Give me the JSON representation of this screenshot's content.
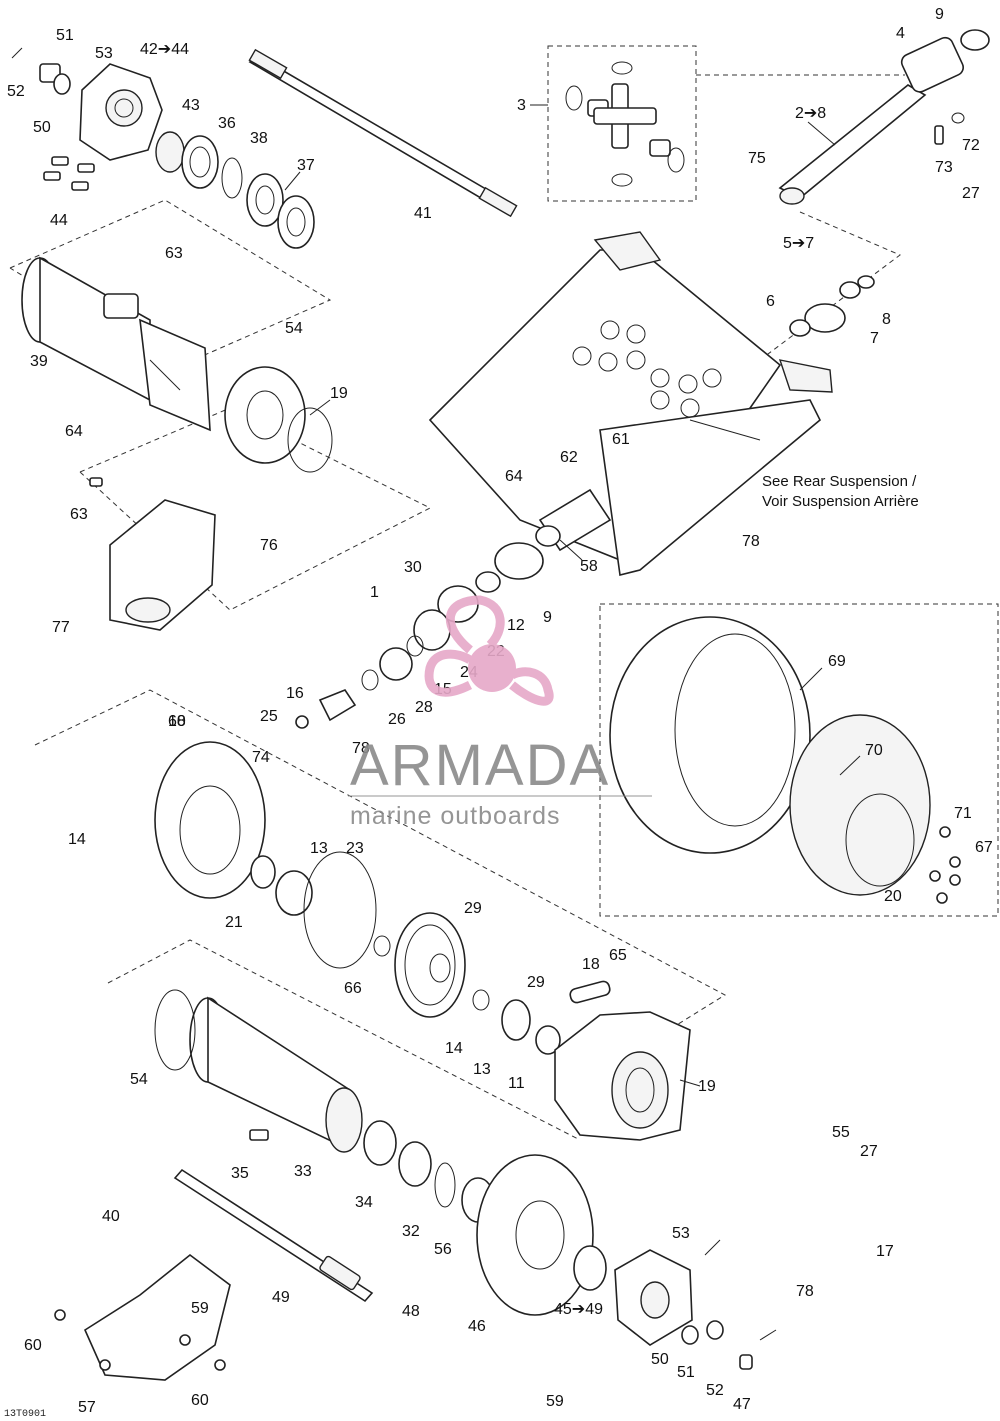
{
  "drawing_code": "13T0901",
  "note_line1": "See Rear Suspension /",
  "note_line2": "Voir Suspension Arrière",
  "watermark": {
    "brand": "ARMADA",
    "tagline": "marine outboards",
    "color": "#e6a8c8"
  },
  "callouts": [
    {
      "id": "c51",
      "text": "51"
    },
    {
      "id": "c52a",
      "text": "52"
    },
    {
      "id": "c50a",
      "text": "50"
    },
    {
      "id": "c53a",
      "text": "53"
    },
    {
      "id": "c42",
      "text": "42➔44"
    },
    {
      "id": "c43",
      "text": "43"
    },
    {
      "id": "c36",
      "text": "36"
    },
    {
      "id": "c38",
      "text": "38"
    },
    {
      "id": "c37",
      "text": "37"
    },
    {
      "id": "c44",
      "text": "44"
    },
    {
      "id": "c41",
      "text": "41"
    },
    {
      "id": "c3",
      "text": "3"
    },
    {
      "id": "c9a",
      "text": "9"
    },
    {
      "id": "c4",
      "text": "4"
    },
    {
      "id": "c28",
      "text": "2➔8"
    },
    {
      "id": "c72",
      "text": "72"
    },
    {
      "id": "c73",
      "text": "73"
    },
    {
      "id": "c75",
      "text": "75"
    },
    {
      "id": "c27a",
      "text": "27"
    },
    {
      "id": "c63a",
      "text": "63"
    },
    {
      "id": "c39",
      "text": "39"
    },
    {
      "id": "c54a",
      "text": "54"
    },
    {
      "id": "c19a",
      "text": "19"
    },
    {
      "id": "c64a",
      "text": "64"
    },
    {
      "id": "c64b",
      "text": "64"
    },
    {
      "id": "c57",
      "text": "5➔7"
    },
    {
      "id": "c6",
      "text": "6"
    },
    {
      "id": "c7",
      "text": "7"
    },
    {
      "id": "c8",
      "text": "8"
    },
    {
      "id": "c61",
      "text": "61"
    },
    {
      "id": "c62",
      "text": "62"
    },
    {
      "id": "c78a",
      "text": "78"
    },
    {
      "id": "c63b",
      "text": "63"
    },
    {
      "id": "c76",
      "text": "76"
    },
    {
      "id": "c77",
      "text": "77"
    },
    {
      "id": "c30",
      "text": "30"
    },
    {
      "id": "c1",
      "text": "1"
    },
    {
      "id": "c58",
      "text": "58"
    },
    {
      "id": "c9b",
      "text": "9"
    },
    {
      "id": "c12",
      "text": "12"
    },
    {
      "id": "c22",
      "text": "22"
    },
    {
      "id": "c24",
      "text": "24"
    },
    {
      "id": "c15",
      "text": "15"
    },
    {
      "id": "c28b",
      "text": "28"
    },
    {
      "id": "c26",
      "text": "26"
    },
    {
      "id": "c16",
      "text": "16"
    },
    {
      "id": "c25",
      "text": "25"
    },
    {
      "id": "c78b",
      "text": "78"
    },
    {
      "id": "c68",
      "text": "68"
    },
    {
      "id": "c69",
      "text": "69"
    },
    {
      "id": "c70",
      "text": "70"
    },
    {
      "id": "c71",
      "text": "71"
    },
    {
      "id": "c67",
      "text": "67"
    },
    {
      "id": "c20",
      "text": "20"
    },
    {
      "id": "c10",
      "text": "10"
    },
    {
      "id": "c74",
      "text": "74"
    },
    {
      "id": "c14a",
      "text": "14"
    },
    {
      "id": "c13a",
      "text": "13"
    },
    {
      "id": "c21",
      "text": "21"
    },
    {
      "id": "c23",
      "text": "23"
    },
    {
      "id": "c29a",
      "text": "29"
    },
    {
      "id": "c66",
      "text": "66"
    },
    {
      "id": "c18",
      "text": "18"
    },
    {
      "id": "c65",
      "text": "65"
    },
    {
      "id": "c29b",
      "text": "29"
    },
    {
      "id": "c14b",
      "text": "14"
    },
    {
      "id": "c13b",
      "text": "13"
    },
    {
      "id": "c11",
      "text": "11"
    },
    {
      "id": "c19b",
      "text": "19"
    },
    {
      "id": "c54b",
      "text": "54"
    },
    {
      "id": "c35",
      "text": "35"
    },
    {
      "id": "c33",
      "text": "33"
    },
    {
      "id": "c34",
      "text": "34"
    },
    {
      "id": "c32",
      "text": "32"
    },
    {
      "id": "c56",
      "text": "56"
    },
    {
      "id": "c55",
      "text": "55"
    },
    {
      "id": "c27b",
      "text": "27"
    },
    {
      "id": "c17",
      "text": "17"
    },
    {
      "id": "c78c",
      "text": "78"
    },
    {
      "id": "c40",
      "text": "40"
    },
    {
      "id": "c49a",
      "text": "49"
    },
    {
      "id": "c48",
      "text": "48"
    },
    {
      "id": "c46",
      "text": "46"
    },
    {
      "id": "c45",
      "text": "45➔49"
    },
    {
      "id": "c53b",
      "text": "53"
    },
    {
      "id": "c50b",
      "text": "50"
    },
    {
      "id": "c51b",
      "text": "51"
    },
    {
      "id": "c52b",
      "text": "52"
    },
    {
      "id": "c47",
      "text": "47"
    },
    {
      "id": "c59a",
      "text": "59"
    },
    {
      "id": "c60a",
      "text": "60"
    },
    {
      "id": "c59b",
      "text": "59"
    },
    {
      "id": "c60b",
      "text": "60"
    },
    {
      "id": "c57b",
      "text": "57"
    }
  ]
}
